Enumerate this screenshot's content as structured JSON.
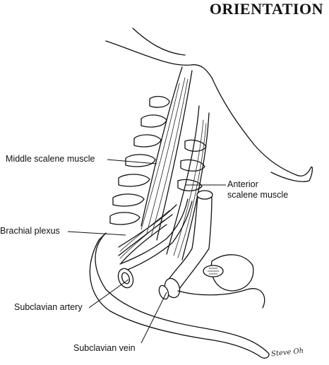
{
  "heading": "ORIENTATION",
  "labels": {
    "middle_scalene": "Middle scalene muscle",
    "anterior_scalene_line1": "Anterior",
    "anterior_scalene_line2": "scalene muscle",
    "brachial_plexus": "Brachial plexus",
    "subclavian_artery": "Subclavian artery",
    "subclavian_vein": "Subclavian vein"
  },
  "signature": "Steve Oh"
}
